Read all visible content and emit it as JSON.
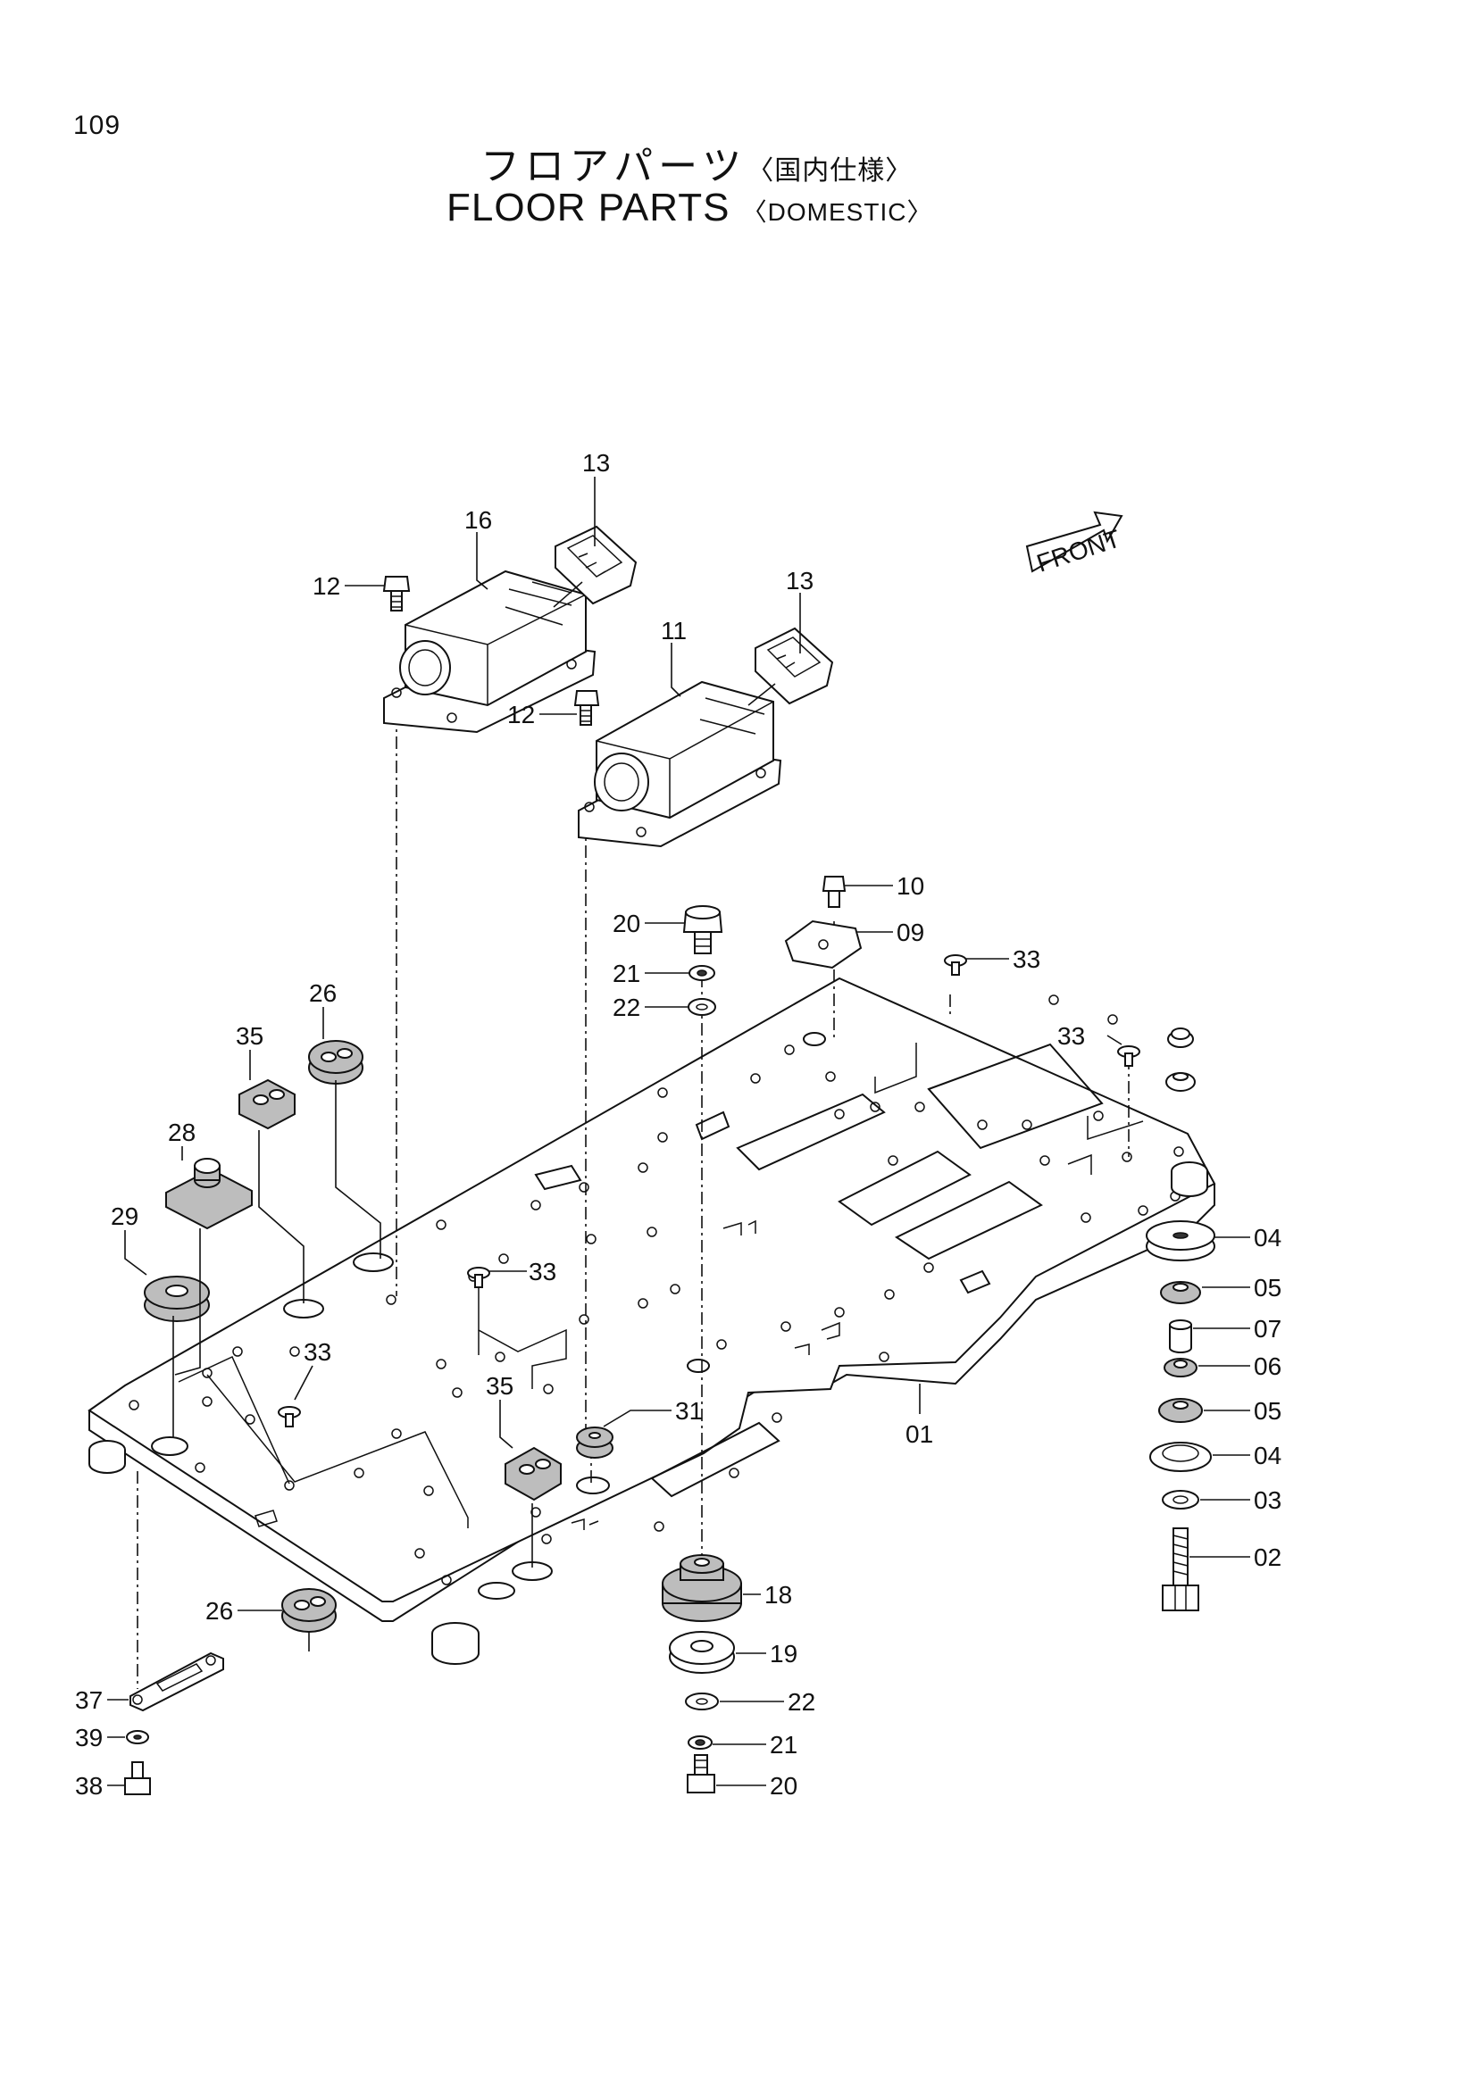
{
  "page_number": "109",
  "title_jp": "フロアパーツ",
  "title_jp_sub": "〈国内仕様〉",
  "title_en": "FLOOR PARTS",
  "title_en_sub": "〈DOMESTIC〉",
  "front_label": "FRONT",
  "callouts": {
    "c13a": "13",
    "c16": "16",
    "c12a": "12",
    "c13b": "13",
    "c11": "11",
    "c12b": "12",
    "c10": "10",
    "c20a": "20",
    "c09": "09",
    "c21a": "21",
    "c33a": "33",
    "c22a": "22",
    "c26a": "26",
    "c33b": "33",
    "c35a": "35",
    "c28": "28",
    "c29": "29",
    "c04a": "04",
    "c33c": "33",
    "c05a": "05",
    "c07": "07",
    "c33d": "33",
    "c06": "06",
    "c35b": "35",
    "c31": "31",
    "c05b": "05",
    "c01": "01",
    "c04b": "04",
    "c03": "03",
    "c02": "02",
    "c18": "18",
    "c26b": "26",
    "c19": "19",
    "c37": "37",
    "c22b": "22",
    "c39": "39",
    "c21b": "21",
    "c38": "38",
    "c20b": "20"
  }
}
